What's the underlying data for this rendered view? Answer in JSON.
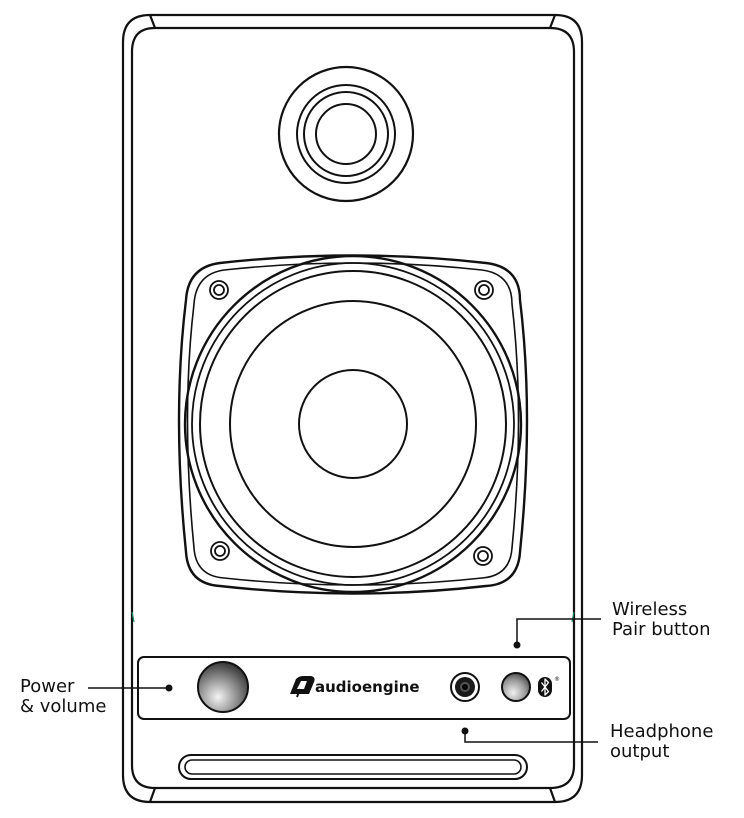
{
  "brand": {
    "wordmark": "audioengine",
    "logo_icon": "audioengine-logo-icon"
  },
  "callouts": {
    "power_volume": {
      "line1": "Power",
      "line2": "& volume"
    },
    "wireless_pair": {
      "line1": "Wireless",
      "line2": "Pair button"
    },
    "headphone_output": {
      "line1": "Headphone",
      "line2": "output"
    }
  },
  "icons": {
    "bluetooth": "bluetooth-icon",
    "registered": "®"
  },
  "colors": {
    "stroke": "#111111",
    "knob_dark": "#3a3a3a",
    "knob_light": "#f2f2f2",
    "accent_edge": "#1a8a6a"
  }
}
